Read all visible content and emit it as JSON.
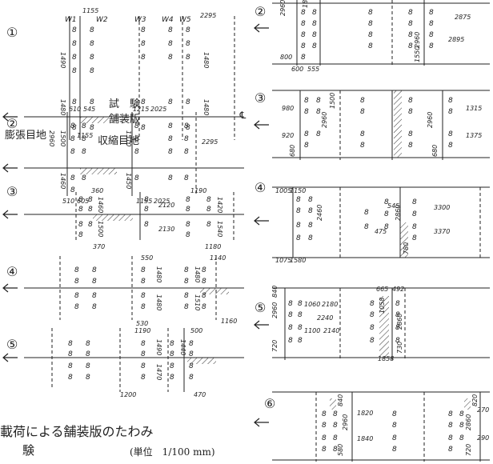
{
  "left_panels": [
    {
      "label": "①",
      "dims": [
        "1155",
        "2295",
        "1490",
        "1480",
        "1480",
        "1480",
        "1155",
        "2295"
      ],
      "markers": [
        "W1",
        "W2",
        "W3",
        "W4",
        "W5"
      ]
    },
    {
      "label": "②",
      "dims": [
        "610",
        "545",
        "1215",
        "2025",
        "2960",
        "1500",
        "1460",
        "1510",
        "1450",
        "510",
        "605",
        "1155",
        "2025"
      ]
    },
    {
      "label": "③",
      "dims": [
        "360",
        "1190",
        "2120",
        "2130",
        "1460",
        "1500",
        "1420",
        "1540",
        "370",
        "1180"
      ]
    },
    {
      "label": "④",
      "dims": [
        "550",
        "1140",
        "1480",
        "1480",
        "1480",
        "1510",
        "530",
        "1160"
      ]
    },
    {
      "label": "⑤",
      "dims": [
        "1190",
        "500",
        "1490",
        "1470",
        "1440",
        "1200",
        "470"
      ]
    }
  ],
  "right_panels": [
    {
      "label": "②",
      "dims": [
        "2960",
        "2875",
        "2960",
        "2895",
        "800",
        "600",
        "555",
        "1850",
        "1550"
      ]
    },
    {
      "label": "③",
      "dims": [
        "980",
        "920",
        "2960",
        "2960",
        "1315",
        "1375",
        "680",
        "680",
        "1500"
      ]
    },
    {
      "label": "④",
      "dims": [
        "1005",
        "1150",
        "2460",
        "2860",
        "3300",
        "3370",
        "545",
        "475",
        "1075",
        "1580",
        "780"
      ]
    },
    {
      "label": "⑤",
      "dims": [
        "665",
        "492",
        "2180",
        "2240",
        "2140",
        "1060",
        "1100",
        "2960",
        "2860",
        "1058",
        "1858",
        "720",
        "730",
        "840"
      ]
    },
    {
      "label": "⑥",
      "dims": [
        "1820",
        "1840",
        "2960",
        "2860",
        "820",
        "840",
        "720",
        "580",
        "270",
        "290"
      ]
    }
  ],
  "annotations": {
    "test_slab": "試　験",
    "test_slab2": "舗装版",
    "expansion_joint": "膨張目地",
    "contraction_joint": "収縮目地"
  },
  "caption": {
    "title": "載荷による舗装版のたわみ",
    "line2": "験",
    "unit": "(単位　1/100 mm)"
  }
}
